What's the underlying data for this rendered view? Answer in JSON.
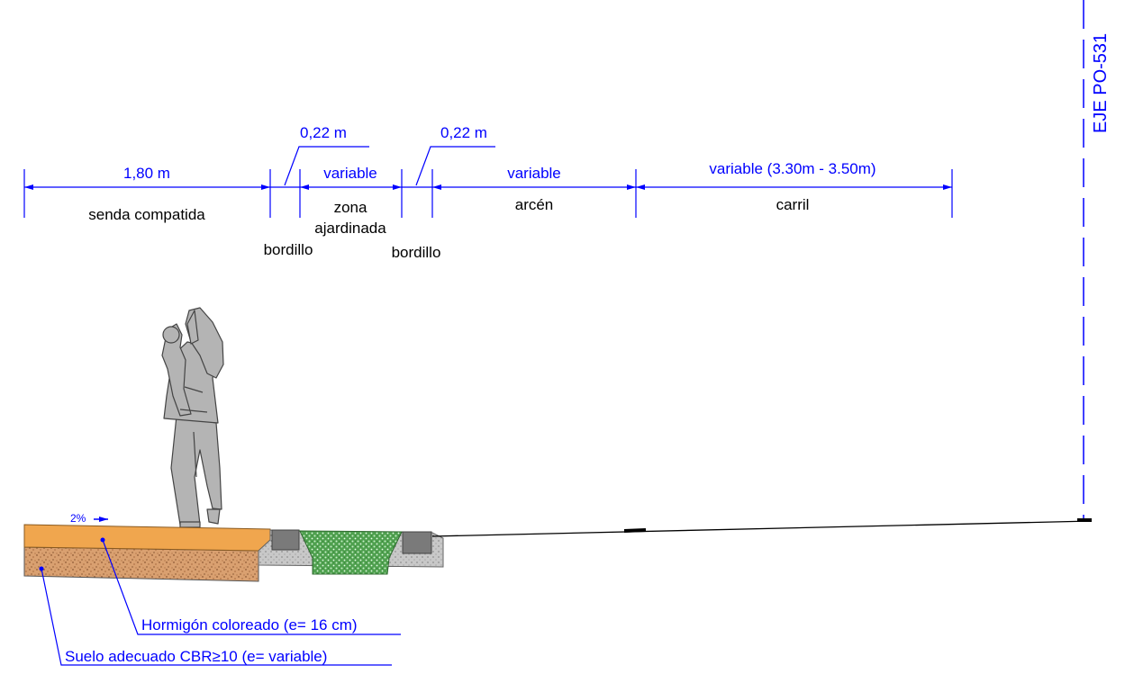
{
  "axis_label": "EJE PO-531",
  "dimensions": {
    "senda_width": "1,80 m",
    "bordillo_left_width": "0,22 m",
    "zona_width": "variable",
    "bordillo_right_width": "0,22 m",
    "arcen_width": "variable",
    "carril_width": "variable (3.30m - 3.50m)"
  },
  "zones": {
    "senda": "senda compatida",
    "bordillo_left": "bordillo",
    "zona_line1": "zona",
    "zona_line2": "ajardinada",
    "bordillo_right": "bordillo",
    "arcen": "arcén",
    "carril": "carril"
  },
  "slope": "2%",
  "materials": {
    "concrete": "Hormigón coloreado (e= 16 cm)",
    "soil": "Suelo adecuado CBR≥10 (e= variable)"
  },
  "colors": {
    "dimension": "#0000ff",
    "concrete": "#f0a64e",
    "soil": "#d9a070",
    "planting": "#5ab45a",
    "curb": "#808080",
    "base": "#c8c8c8",
    "figure": "#b4b4b4"
  }
}
